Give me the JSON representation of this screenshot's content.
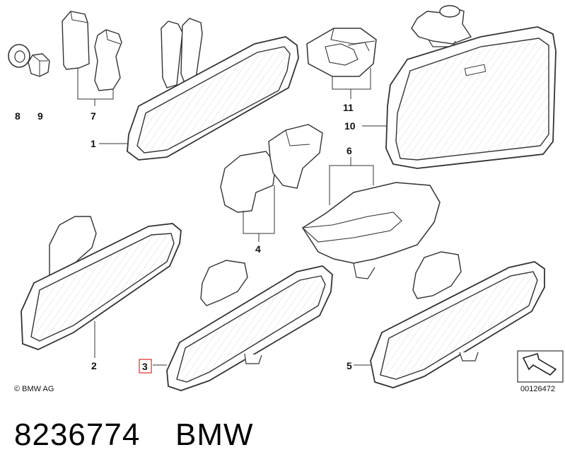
{
  "callouts": {
    "c1": "1",
    "c2": "2",
    "c3": "3",
    "c4": "4",
    "c5": "5",
    "c6": "6",
    "c7": "7",
    "c8": "8",
    "c9": "9",
    "c10": "10",
    "c11": "11"
  },
  "copyright": "© BMW AG",
  "diagram_id": "00126472",
  "footer": {
    "part_number": "8236774",
    "brand": "BMW"
  },
  "colors": {
    "line": "#333333",
    "highlight": "#e0282a",
    "fill": "#ffffff",
    "mirror_fill": "#f4f4f4"
  }
}
